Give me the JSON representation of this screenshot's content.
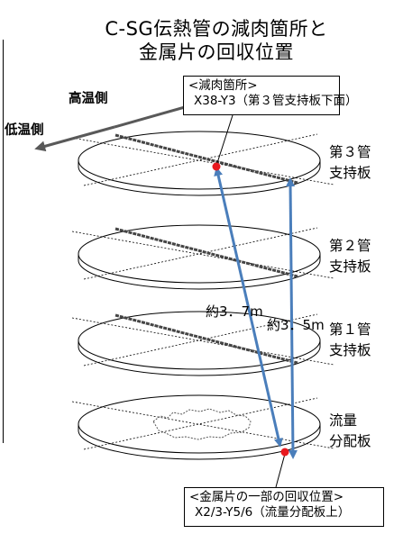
{
  "title": {
    "line1": "C-SG伝熱管の減肉箇所と",
    "line2": "金属片の回収位置"
  },
  "callout_thinning": {
    "line1": "<減肉箇所>",
    "line2": "X38-Y3（第３管支持板下面）"
  },
  "callout_metal": {
    "line1": "<金属片の一部の回収位置>",
    "line2": "X2/3-Y5/6（流量分配板上）"
  },
  "side_labels": {
    "high": "高温側",
    "low": "低温側"
  },
  "plates": [
    {
      "line1": "第３管",
      "line2": "支持板"
    },
    {
      "line1": "第２管",
      "line2": "支持板"
    },
    {
      "line1": "第１管",
      "line2": "支持板"
    },
    {
      "line1": "流量",
      "line2": "分配板"
    }
  ],
  "distances": {
    "d1": "約3．7m",
    "d2": "約3．5m"
  },
  "colors": {
    "arrow": "#4a7ebb",
    "marker": "#e8191f",
    "dark_arrow": "#595959"
  }
}
